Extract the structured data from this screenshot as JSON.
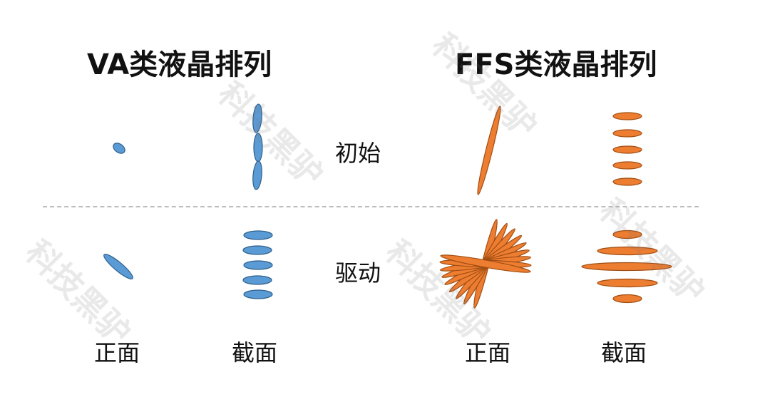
{
  "titles": {
    "va": "VA类液晶排列",
    "ffs": "FFS类液晶排列"
  },
  "rows": {
    "initial": "初始",
    "driven": "驱动"
  },
  "columns": {
    "va_front": "正面",
    "va_section": "截面",
    "ffs_front": "正面",
    "ffs_section": "截面"
  },
  "watermark": "科技黑驴",
  "colors": {
    "va_fill": "#5b9bd5",
    "va_stroke": "#2e5f8a",
    "ffs_fill": "#ed7d31",
    "ffs_stroke": "#a14e12",
    "divider": "#bdbdbd"
  }
}
